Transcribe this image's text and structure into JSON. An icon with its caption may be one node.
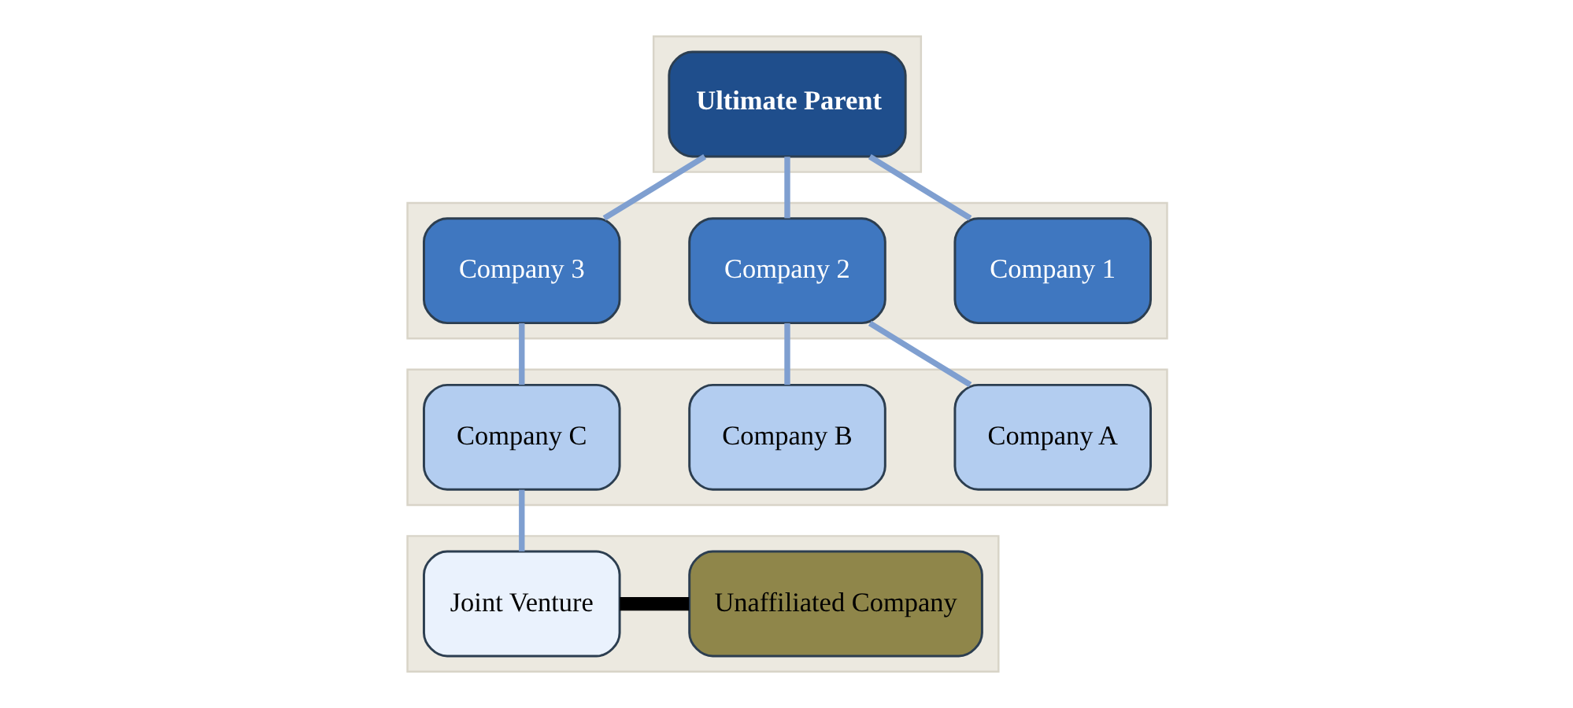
{
  "diagram": {
    "nodes": [
      {
        "text": [],
        "shape": "box"
      },
      {
        "text": [
          "Ultimate Parent"
        ],
        "in": 0
      },
      {
        "text": [],
        "shape": "box"
      },
      {
        "text": [
          "Company 1"
        ],
        "in": 2
      },
      {
        "text": [
          "Company 2"
        ],
        "in": 2
      },
      {
        "text": [
          "Company 3"
        ],
        "in": 2
      },
      {
        "text": [],
        "shape": "box"
      },
      {
        "text": [
          "Company A"
        ],
        "in": 6
      },
      {
        "text": [
          "Company B"
        ],
        "in": 6
      },
      {
        "text": [
          "Company C"
        ],
        "in": 6
      },
      {
        "text": [],
        "shape": "box"
      },
      {
        "text": [
          "Joint Venture"
        ],
        "in": 10
      },
      {
        "text": [
          "Unaffiliated Company"
        ],
        "in": 10
      }
    ],
    "edges": [
      {
        "from": 1,
        "to": 3,
        "arrow": "none"
      },
      {
        "from": 1,
        "to": 4,
        "arrow": "none"
      },
      {
        "from": 1,
        "to": 5,
        "arrow": "none"
      },
      {
        "from": 4,
        "to": 7,
        "arrow": "none"
      },
      {
        "from": 4,
        "to": 8,
        "arrow": "none"
      },
      {
        "from": 5,
        "to": 9,
        "arrow": "none"
      },
      {
        "from": 9,
        "to": 11,
        "arrow": "none"
      },
      {
        "from": 11,
        "to": 12,
        "arrow": "none",
        "style": "thick",
        "color": "#000000"
      }
    ]
  }
}
